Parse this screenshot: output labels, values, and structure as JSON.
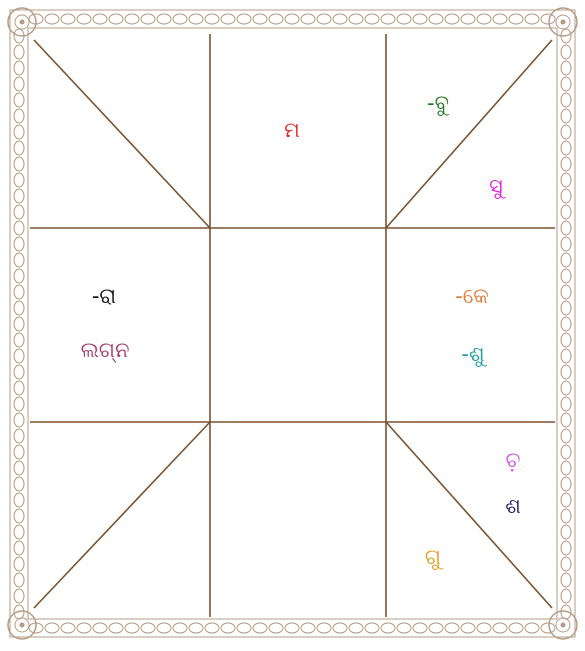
{
  "colors": {
    "background": "#ffffff",
    "grid_line": "#7a5230",
    "border_ornament": "#b59b84"
  },
  "chart": {
    "labels": {
      "ma": {
        "text": "ମ",
        "color": "#e8202a"
      },
      "bu_retro": {
        "text": "-ବୁ",
        "color": "#1f7a1f"
      },
      "su": {
        "text": "ସୁ",
        "color": "#e020e0"
      },
      "ra_retro": {
        "text": "-ରା",
        "color": "#111111"
      },
      "lagna": {
        "text": "ଲଗ୍ନ",
        "color": "#a43a6a"
      },
      "ke_retro": {
        "text": "-କେ",
        "color": "#e07a3a"
      },
      "shu_retro": {
        "text": "-ଶୁ",
        "color": "#1a9fa0"
      },
      "chandra": {
        "text": "ଚ଼",
        "color": "#d455e0"
      },
      "sha": {
        "text": "ଶ",
        "color": "#2a1a6a"
      },
      "gu": {
        "text": "ଗୁ",
        "color": "#e0a020"
      }
    }
  }
}
